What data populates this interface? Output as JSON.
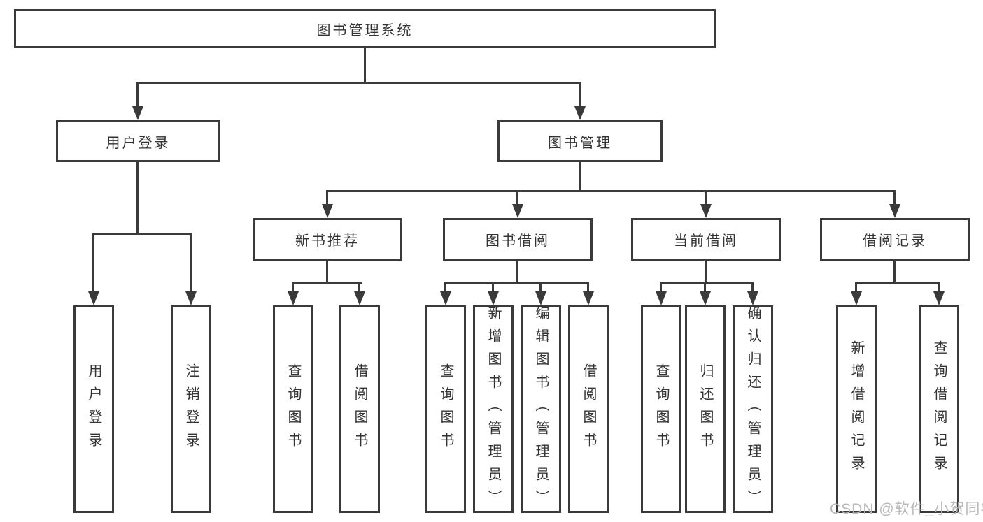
{
  "colors": {
    "line": "#3a3a3a",
    "text": "#333333",
    "bg": "#ffffff",
    "watermark": "#b9b9b9"
  },
  "watermark": "CSDN @软件_小贺同学",
  "tree": {
    "label": "图书管理系统",
    "children": [
      {
        "label": "用户登录",
        "children": [
          {
            "label": "用户登录"
          },
          {
            "label": "注销登录"
          }
        ]
      },
      {
        "label": "图书管理",
        "children": [
          {
            "label": "新书推荐",
            "children": [
              {
                "label": "查询图书"
              },
              {
                "label": "借阅图书"
              }
            ]
          },
          {
            "label": "图书借阅",
            "children": [
              {
                "label": "查询图书"
              },
              {
                "label": "新增图书（管理员）"
              },
              {
                "label": "编辑图书（管理员）"
              },
              {
                "label": "借阅图书"
              }
            ]
          },
          {
            "label": "当前借阅",
            "children": [
              {
                "label": "查询图书"
              },
              {
                "label": "归还图书"
              },
              {
                "label": "确认归还（管理员）"
              }
            ]
          },
          {
            "label": "借阅记录",
            "children": [
              {
                "label": "新增借阅记录"
              },
              {
                "label": "查询借阅记录"
              }
            ]
          }
        ]
      }
    ]
  }
}
